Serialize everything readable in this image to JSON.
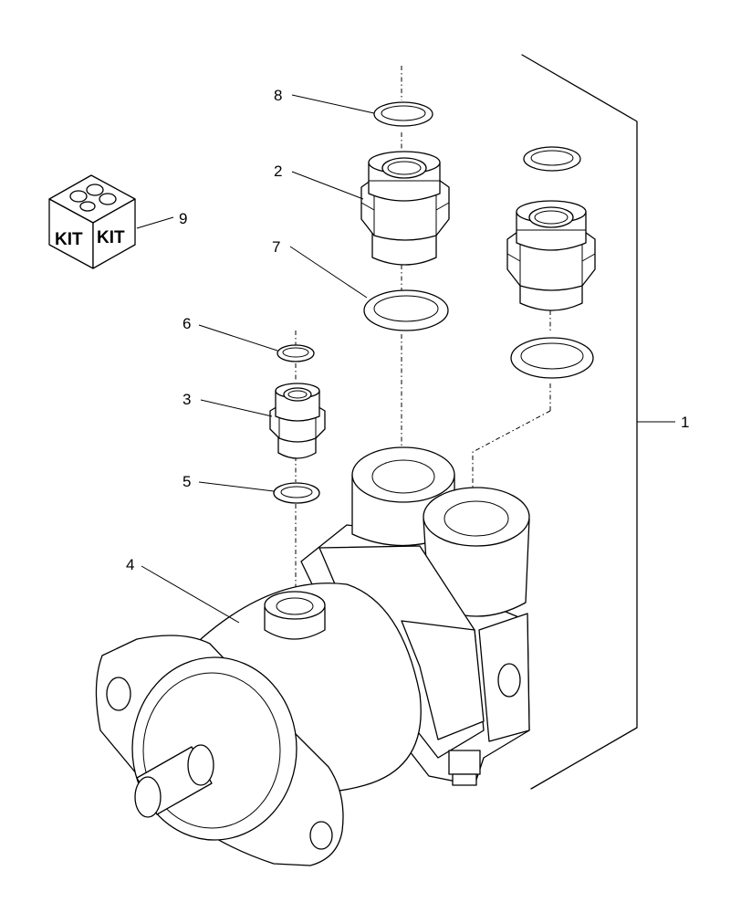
{
  "callouts": [
    {
      "id": "1",
      "label": "1"
    },
    {
      "id": "2",
      "label": "2"
    },
    {
      "id": "3",
      "label": "3"
    },
    {
      "id": "4",
      "label": "4"
    },
    {
      "id": "5",
      "label": "5"
    },
    {
      "id": "6",
      "label": "6"
    },
    {
      "id": "7",
      "label": "7"
    },
    {
      "id": "8",
      "label": "8"
    },
    {
      "id": "9",
      "label": "9"
    }
  ],
  "kit_box": {
    "left_label": "KIT",
    "right_label": "KIT"
  }
}
